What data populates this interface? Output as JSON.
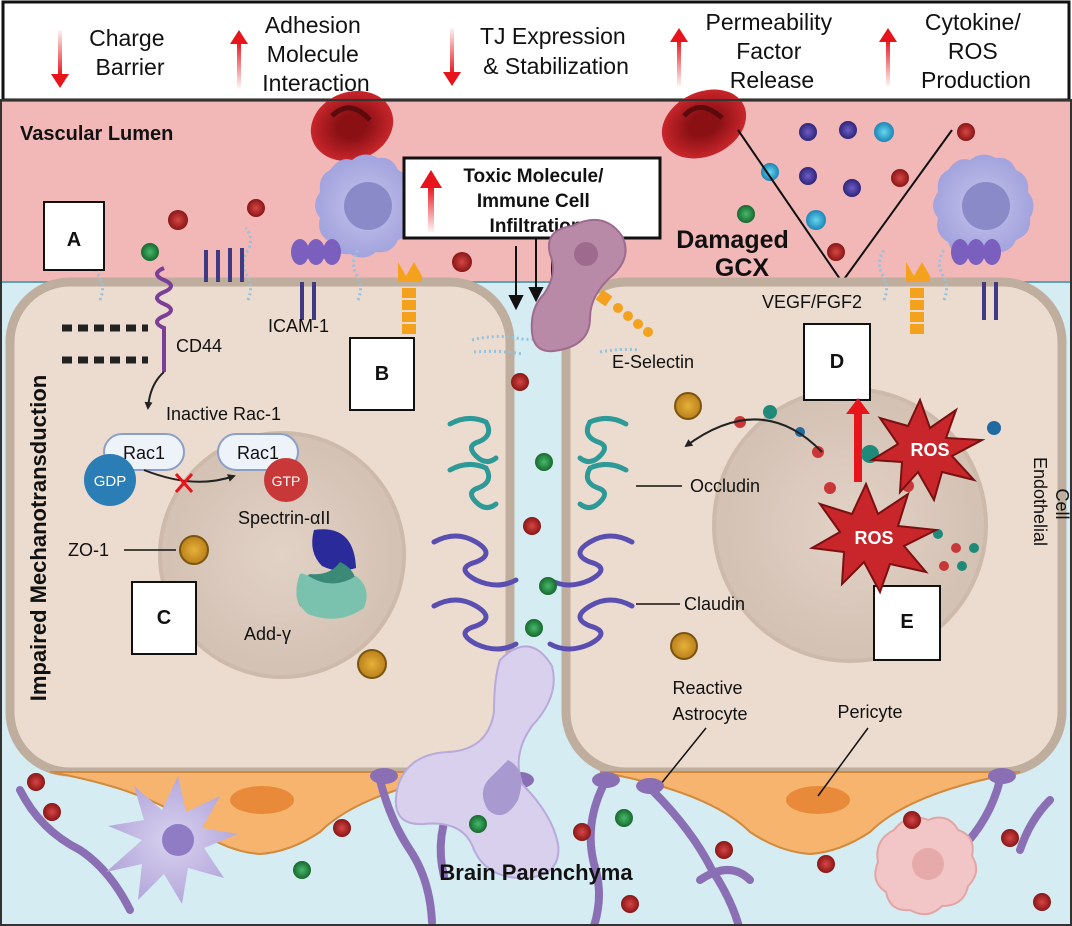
{
  "legend": {
    "items": [
      {
        "direction": "down",
        "lines": [
          "Charge",
          "Barrier"
        ]
      },
      {
        "direction": "up",
        "lines": [
          "Adhesion",
          "Molecule",
          "Interaction"
        ]
      },
      {
        "direction": "down",
        "lines": [
          "TJ Expression",
          "& Stabilization"
        ]
      },
      {
        "direction": "up",
        "lines": [
          "Permeability",
          "Factor",
          "Release"
        ]
      },
      {
        "direction": "up",
        "lines": [
          "Cytokine/",
          "ROS",
          "Production"
        ]
      }
    ]
  },
  "regions": {
    "lumen": "Vascular Lumen",
    "parenchyma": "Brain Parenchyma",
    "damaged_gcx_line1": "Damaged",
    "damaged_gcx_line2": "GCX",
    "mechanotransduction": "Impaired Mechanotransduction",
    "endothelial_line1": "Endothelial",
    "endothelial_line2": "Cell"
  },
  "callout": {
    "lines": [
      "Toxic Molecule/",
      "Immune Cell",
      "Infiltration"
    ]
  },
  "boxes": {
    "a": "A",
    "b": "B",
    "c": "C",
    "d": "D",
    "e": "E"
  },
  "labels": {
    "cd44": "CD44",
    "icam1": "ICAM-1",
    "inactive_rac1": "Inactive Rac-1",
    "rac1_left": "Rac1",
    "rac1_right": "Rac1",
    "gdp": "GDP",
    "gtp": "GTP",
    "spectrin": "Spectrin-αII",
    "add_gamma": "Add-γ",
    "zo1": "ZO-1",
    "e_selectin": "E-Selectin",
    "vegf_fgf2": "VEGF/FGF2",
    "ros_1": "ROS",
    "ros_2": "ROS",
    "occludin": "Occludin",
    "claudin": "Claudin",
    "reactive_line1": "Reactive",
    "reactive_line2": "Astrocyte",
    "pericyte": "Pericyte"
  },
  "colors": {
    "lumen": "#f2b8b8",
    "interstitial": "#d6ecf3",
    "cell_fill": "#ecdcd0",
    "cell_border": "#bfae9d",
    "red_arrow": "#e8141c",
    "tj_teal": "#2e9a98",
    "tj_purple": "#5a4fb0",
    "astro": "#8a6fb5",
    "pericyte": "#f6b46e"
  }
}
